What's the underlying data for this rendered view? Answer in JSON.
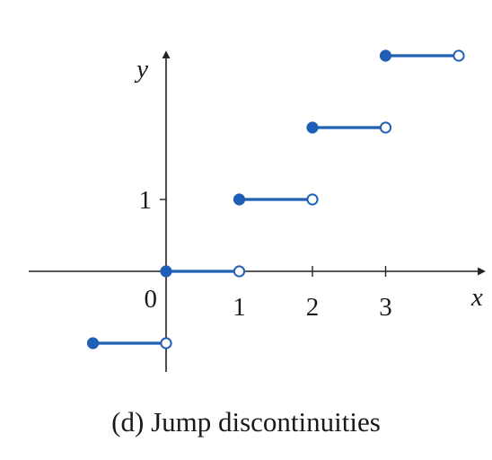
{
  "chart_data": {
    "type": "line",
    "title": "",
    "caption": "(d) Jump discontinuities",
    "xlabel": "x",
    "ylabel": "y",
    "xlim": [
      -2.0,
      4.2
    ],
    "ylim": [
      -1.35,
      3.2
    ],
    "x_ticks": [
      1,
      2,
      3
    ],
    "x_tick_labels": [
      "1",
      "2",
      "3"
    ],
    "y_ticks": [
      1
    ],
    "y_tick_labels": [
      "1"
    ],
    "origin_label": "0",
    "grid": false,
    "series": [
      {
        "color": "#1f5fb5",
        "segments": [
          {
            "x": [
              -1,
              0
            ],
            "y": -1,
            "left_closed": true,
            "right_closed": false
          },
          {
            "x": [
              0,
              1
            ],
            "y": 0,
            "left_closed": true,
            "right_closed": false
          },
          {
            "x": [
              1,
              2
            ],
            "y": 1,
            "left_closed": true,
            "right_closed": false
          },
          {
            "x": [
              2,
              3
            ],
            "y": 2,
            "left_closed": true,
            "right_closed": false
          },
          {
            "x": [
              3,
              4
            ],
            "y": 3,
            "left_closed": true,
            "right_closed": false
          }
        ]
      }
    ]
  }
}
